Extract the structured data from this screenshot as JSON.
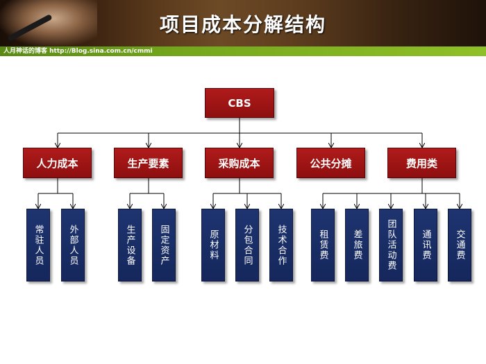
{
  "header": {
    "title": "项目成本分解结构",
    "blog_caption": "人月神话的博客 http://Blog.sina.com.cn/cmmi"
  },
  "colors": {
    "node_red": "#9e1515",
    "node_blue": "#1a2e66",
    "connector": "#000000",
    "blog_bar": "#76a81e"
  },
  "diagram": {
    "root": {
      "label": "CBS"
    },
    "categories": [
      {
        "label": "人力成本",
        "items": [
          "常驻人员",
          "外部人员"
        ]
      },
      {
        "label": "生产要素",
        "items": [
          "生产设备",
          "固定资产"
        ]
      },
      {
        "label": "采购成本",
        "items": [
          "原材料",
          "分包合同",
          "技术合作"
        ]
      },
      {
        "label": "公共分摊",
        "items": []
      },
      {
        "label": "费用类",
        "items": [
          "租赁费",
          "差旅费",
          "团队活动费",
          "通讯费",
          "交通费"
        ]
      }
    ]
  }
}
